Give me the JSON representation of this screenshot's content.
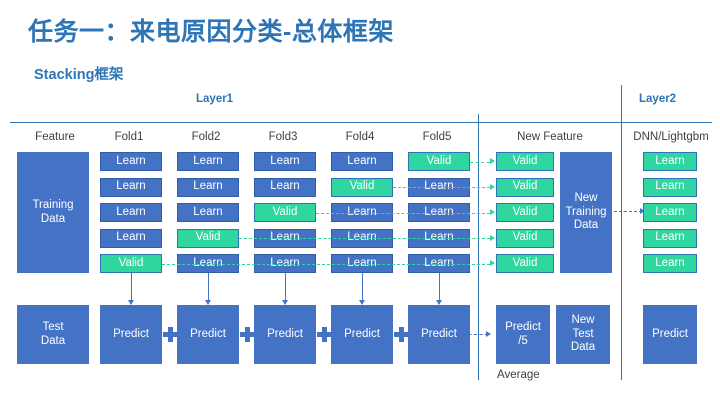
{
  "slide": {
    "title": "任务一：来电原因分类-总体框架",
    "subtitle": "Stacking框架"
  },
  "layers": {
    "layer1_label": "Layer1",
    "layer2_label": "Layer2"
  },
  "columns": {
    "feature": "Feature",
    "fold1": "Fold1",
    "fold2": "Fold2",
    "fold3": "Fold3",
    "fold4": "Fold4",
    "fold5": "Fold5",
    "new_feature": "New Feature",
    "model": "DNN/Lightgbm"
  },
  "labels": {
    "learn": "Learn",
    "valid": "Valid",
    "predict": "Predict",
    "training_data": "Training\nData",
    "training_data_line1": "Training",
    "training_data_line2": "Data",
    "test_data_line1": "Test",
    "test_data_line2": "Data",
    "new_training_data_line1": "New",
    "new_training_data_line2": "Training",
    "new_training_data_line3": "Data",
    "new_test_data_line1": "New",
    "new_test_data_line2": "Test",
    "new_test_data_line3": "Data",
    "predict_avg_line1": "Predict",
    "predict_avg_line2": "/5",
    "average": "Average"
  },
  "colors": {
    "accent_blue": "#2E75B6",
    "box_blue": "#4472C4",
    "box_green": "#2FD6A0",
    "text_dark": "#404040"
  },
  "fold_grid": {
    "rows": 5,
    "columns": [
      "Fold1",
      "Fold2",
      "Fold3",
      "Fold4",
      "Fold5"
    ],
    "cells": [
      [
        "Learn",
        "Learn",
        "Learn",
        "Learn",
        "Valid"
      ],
      [
        "Learn",
        "Learn",
        "Learn",
        "Valid",
        "Learn"
      ],
      [
        "Learn",
        "Learn",
        "Valid",
        "Learn",
        "Learn"
      ],
      [
        "Learn",
        "Valid",
        "Learn",
        "Learn",
        "Learn"
      ],
      [
        "Valid",
        "Learn",
        "Learn",
        "Learn",
        "Learn"
      ]
    ]
  },
  "new_feature_column": {
    "cells": [
      "Valid",
      "Valid",
      "Valid",
      "Valid",
      "Valid"
    ]
  },
  "layer2_column": {
    "cells": [
      "Learn",
      "Learn",
      "Learn",
      "Learn",
      "Learn"
    ]
  },
  "predict_row": {
    "items": [
      "Predict",
      "Predict",
      "Predict",
      "Predict",
      "Predict"
    ],
    "final": "Predict"
  }
}
